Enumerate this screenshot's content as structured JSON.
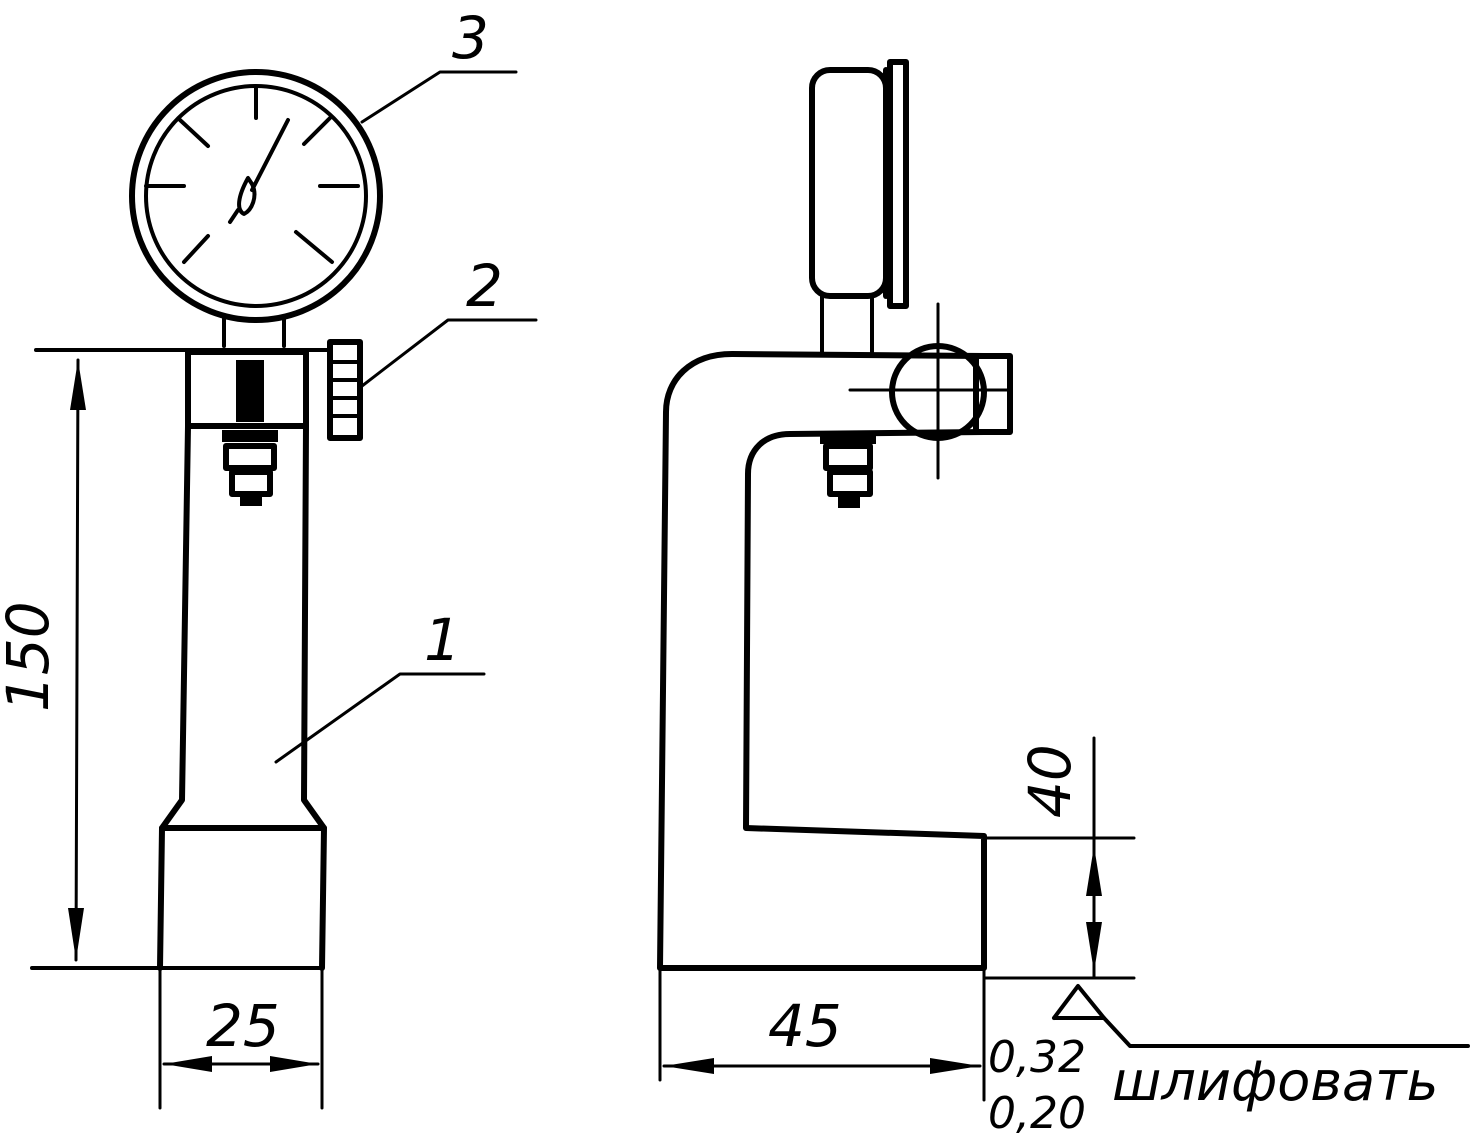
{
  "callouts": {
    "body": "1",
    "knob": "2",
    "indicator": "3"
  },
  "dimensions": {
    "height": "150",
    "width_left": "25",
    "arm_depth": "45",
    "throat": "40"
  },
  "surface_finish": {
    "value_top": "0,32",
    "value_bottom": "0,20",
    "note": "шлифовать"
  }
}
